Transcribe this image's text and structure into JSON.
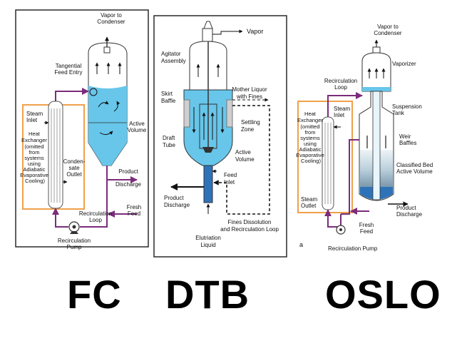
{
  "colors": {
    "liquid": "#67c6ea",
    "liquid_light": "#9dd8f0",
    "liquid_deep": "#2e73b8",
    "pipe": "#7b2c7b",
    "heat_exchanger_box": "#f0a04b",
    "frame": "#2a2a2a"
  },
  "icons": [
    "pump-icon",
    "flow-arrow-icon",
    "tube-bundle-icon"
  ],
  "fc": {
    "title": "FC",
    "vapor": [
      "Vapor to",
      "Condenser"
    ],
    "tangential_feed": [
      "Tangential",
      "Feed Entry"
    ],
    "steam_inlet": [
      "Steam",
      "Inlet"
    ],
    "heat_exchanger": [
      "Heat",
      "Exchanger",
      "(omitted",
      "from",
      "systems",
      "using",
      "Adiabatic",
      "Evaporative",
      "Cooling)"
    ],
    "condensate": [
      "Conden-",
      "sate",
      "Outlet"
    ],
    "active_volume": [
      "Active",
      "Volume"
    ],
    "product_discharge": [
      "Product",
      "Discharge"
    ],
    "fresh_feed": [
      "Fresh",
      "Feed"
    ],
    "recirculation_loop": [
      "Recirculation",
      "Loop"
    ],
    "recirculation_pump": [
      "Recirculation",
      "Pump"
    ]
  },
  "dtb": {
    "title": "DTB",
    "vapor": "Vapor",
    "agitator": [
      "Agitator",
      "Assembly"
    ],
    "mother_liquor": [
      "Mother Liquor",
      "with Fines"
    ],
    "skirt_baffle": [
      "Skirt",
      "Baffle"
    ],
    "settling_zone": [
      "Settling",
      "Zone"
    ],
    "draft_tube": [
      "Draft",
      "Tube"
    ],
    "active_volume": [
      "Active",
      "Volume"
    ],
    "feed_inlet": [
      "Feed",
      "Inlet"
    ],
    "product_discharge": [
      "Product",
      "Discharge"
    ],
    "fines_loop": [
      "Fines Dissolution",
      "and Recirculation Loop"
    ],
    "elutriation": [
      "Elutriation",
      "Liquid"
    ]
  },
  "oslo": {
    "title": "OSLO",
    "vapor": [
      "Vapor to",
      "Condenser"
    ],
    "vaporizer": "Vaporizer",
    "recirculation_loop": [
      "Recirculation",
      "Loop"
    ],
    "steam_inlet": [
      "Steam",
      "Inlet"
    ],
    "suspension_tank": [
      "Suspension",
      "Tank"
    ],
    "heat_exchanger": [
      "Heat",
      "Exchanger",
      "(omitted",
      "from",
      "systems",
      "using",
      "Adiabatic",
      "Evaporative",
      "Cooling)"
    ],
    "weir_baffles": [
      "Weir",
      "Baffles"
    ],
    "classified_bed": [
      "Classified Bed",
      "Active Volume"
    ],
    "steam_outlet": [
      "Steam",
      "Outlet"
    ],
    "product_discharge": [
      "Product",
      "Discharge"
    ],
    "fresh_feed": [
      "Fresh",
      "Feed"
    ],
    "recirculation_pump": "Recirculation Pump",
    "panel_letter": "a"
  }
}
